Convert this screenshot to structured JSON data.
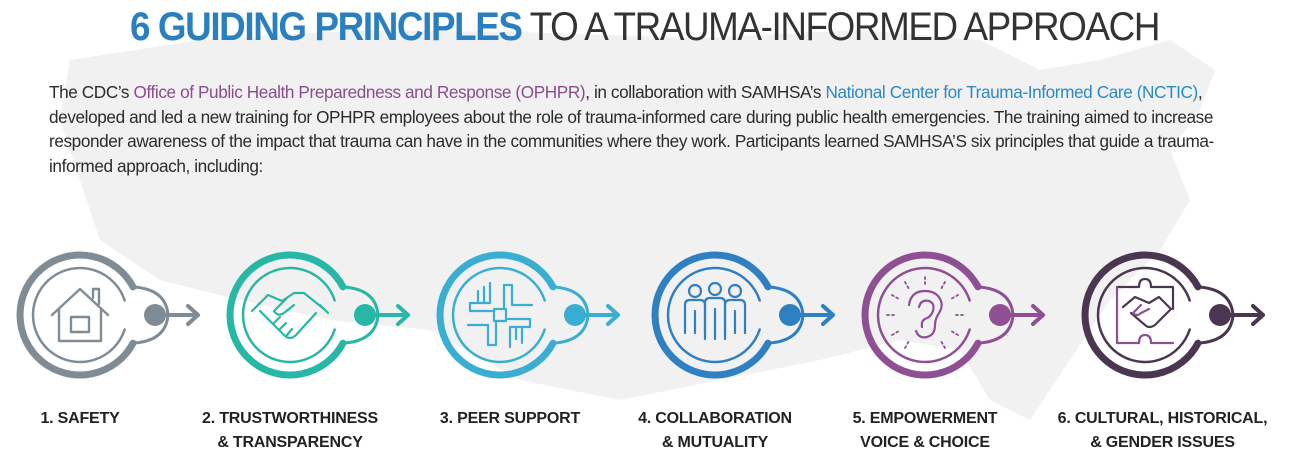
{
  "header": {
    "title_highlight": "6 GUIDING PRINCIPLES",
    "title_rest": " TO A TRAUMA-INFORMED APPROACH"
  },
  "intro": {
    "part1": "The CDC’s ",
    "link_ophpr": "Office of Public Health Preparedness and Response (OPHPR)",
    "part2": ", in collaboration with SAMHSA’s ",
    "link_nctic": "National Center for Trauma-Informed Care (NCTIC)",
    "part3": ", developed and led a new training for OPHPR employees about the role of trauma-informed care during public health emergencies. The training aimed to increase responder awareness of the impact that trauma can have in the communities where they work. Participants learned SAMHSA’S six principles that guide a trauma-informed approach, including:"
  },
  "principles": [
    {
      "line1": "1. SAFETY",
      "line2": "",
      "icon": "house-icon",
      "color": "#7f8c96"
    },
    {
      "line1": "2. TRUSTWORTHINESS",
      "line2": "& TRANSPARENCY",
      "icon": "handshake-icon",
      "color": "#27b7a6"
    },
    {
      "line1": "3. PEER SUPPORT",
      "line2": "",
      "icon": "linked-hands-icon",
      "color": "#3aaed2"
    },
    {
      "line1": "4. COLLABORATION",
      "line2": "& MUTUALITY",
      "icon": "group-icon",
      "color": "#2f7fc3"
    },
    {
      "line1": "5. EMPOWERMENT",
      "line2": "VOICE & CHOICE",
      "icon": "ear-icon",
      "color": "#8e4f93"
    },
    {
      "line1": "6. CULTURAL, HISTORICAL,",
      "line2": "& GENDER ISSUES",
      "icon": "puzzle-handshake-icon",
      "color": "#4a3650"
    }
  ]
}
